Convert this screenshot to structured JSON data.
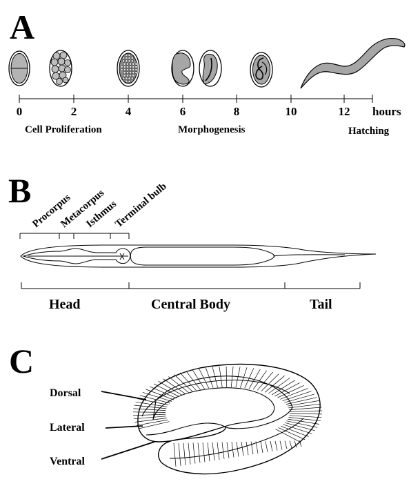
{
  "panels": {
    "a": "A",
    "b": "B",
    "c": "C"
  },
  "timeline": {
    "ticks": [
      "0",
      "2",
      "4",
      "6",
      "8",
      "10",
      "12"
    ],
    "unit": "hours",
    "phases": [
      "Cell Proliferation",
      "Morphogenesis",
      "Hatching"
    ]
  },
  "pharynx": {
    "parts": [
      "Procorpus",
      "Metacorpus",
      "Isthmus",
      "Terminal bulb"
    ]
  },
  "body_regions": [
    "Head",
    "Central Body",
    "Tail"
  ],
  "cell_rows": [
    "Dorsal",
    "Lateral",
    "Ventral"
  ]
}
